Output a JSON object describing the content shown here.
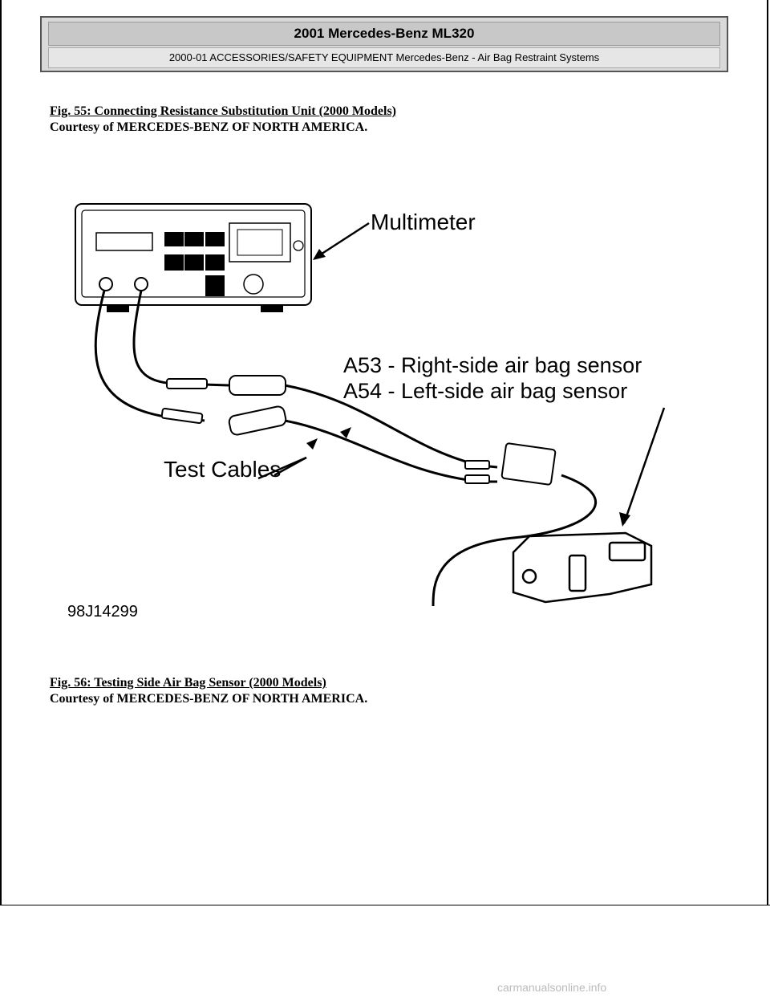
{
  "header": {
    "title": "2001 Mercedes-Benz ML320",
    "subtitle": "2000-01 ACCESSORIES/SAFETY EQUIPMENT Mercedes-Benz - Air Bag Restraint Systems"
  },
  "figures": [
    {
      "caption": "Fig. 55: Connecting Resistance Substitution Unit (2000 Models)",
      "courtesy": "Courtesy of MERCEDES-BENZ OF NORTH AMERICA."
    },
    {
      "caption": "Fig. 56: Testing Side Air Bag Sensor (2000 Models)",
      "courtesy": "Courtesy of MERCEDES-BENZ OF NORTH AMERICA."
    }
  ],
  "diagram": {
    "label_multimeter": "Multimeter",
    "label_a53": "A53 - Right-side air bag sensor",
    "label_a54": "A54 - Left-side air bag sensor",
    "label_cables": "Test Cables",
    "figure_id": "98J14299"
  },
  "watermark": "carmanualsonline.info"
}
